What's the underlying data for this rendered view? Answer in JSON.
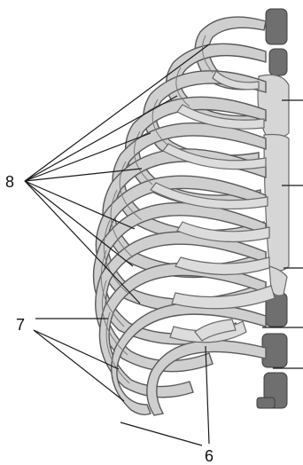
{
  "figure": {
    "labels": {
      "label_8": "8",
      "label_7": "7",
      "label_6": "6"
    },
    "colors": {
      "bone": "#cfcfcf",
      "cartilage": "#dcdcdc",
      "vertebra": "#6f6f6f",
      "outline": "#5a5a5a",
      "leader_line": "#1a1a1a"
    }
  }
}
